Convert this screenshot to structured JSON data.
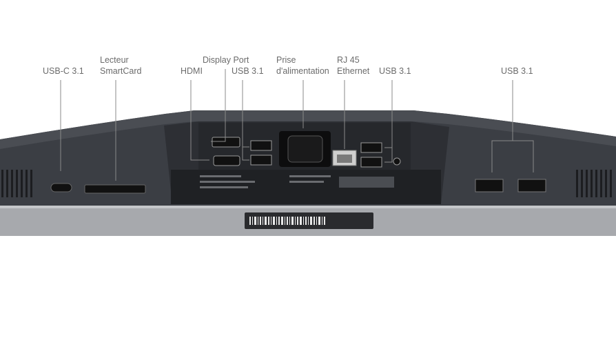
{
  "labels": {
    "usbc": "USB-C 3.1",
    "smartcard_1": "Lecteur",
    "smartcard_2": "SmartCard",
    "hdmi": "HDMI",
    "displayport": "Display Port",
    "usb_a_left": "USB 3.1",
    "power_1": "Prise",
    "power_2": "d'alimentation",
    "rj45_1": "RJ 45",
    "rj45_2": "Ethernet",
    "usb_a_mid": "USB 3.1",
    "usb_a_right": "USB 3.1"
  },
  "colors": {
    "chassis_dark": "#3b3e44",
    "chassis_mid": "#4a4d53",
    "panel_silver": "#a7a9ad",
    "port_black": "#111111",
    "label_gray": "#6b6b6b",
    "leader_gray": "#8a8a8a"
  }
}
